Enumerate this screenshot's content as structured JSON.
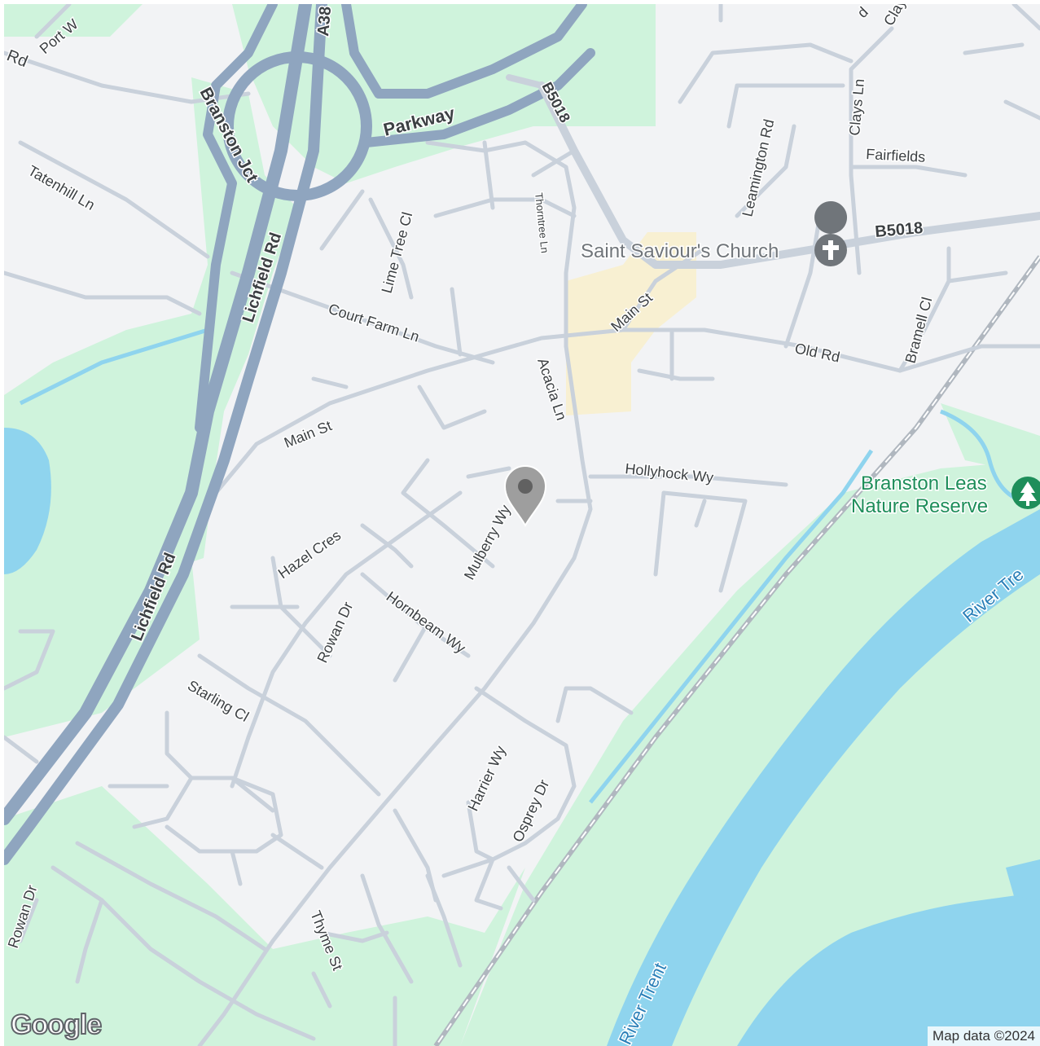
{
  "colors": {
    "land": "#f2f3f5",
    "park": "#cff3dc",
    "water": "#8fd4ee",
    "road_minor": "#c9d1db",
    "road_major": "#8fa5bf",
    "road_major_dark": "#7b91ab",
    "village": "#f8f0d2",
    "poi_green": "#1e8e5a",
    "poi_grey": "#70757a",
    "rail": "#b0b7bf"
  },
  "roads": {
    "a38": "A38",
    "lichfield_rd_1": "Lichfield Rd",
    "lichfield_rd_2": "Lichfield Rd",
    "branston_jct": "Branston Jct",
    "parkway": "Parkway",
    "b5018_north": "B5018",
    "b5018_east": "B5018",
    "port": "Port W",
    "rd_nw": "Rd",
    "tatenhill": "Tatenhill Ln",
    "lime_tree": "Lime Tree Cl",
    "thorntree": "Thorntree Ln",
    "leamington": "Leamington Rd",
    "clays_ln": "Clays Ln",
    "clay_top": "Clay",
    "d_top": "d",
    "fairfields": "Fairfields",
    "court_farm": "Court Farm Ln",
    "main_st_ne": "Main St",
    "main_st_w": "Main St",
    "old_rd": "Old Rd",
    "bramell": "Bramell Cl",
    "acacia": "Acacia Ln",
    "hollyhock": "Hollyhock Wy",
    "mulberry": "Mulberry Wy",
    "hazel": "Hazel Cres",
    "hornbeam": "Hornbeam Wy",
    "rowan_1": "Rowan Dr",
    "rowan_2": "Rowan Dr",
    "starling": "Starling Cl",
    "harrier": "Harrier Wy",
    "osprey": "Osprey Dr",
    "thyme": "Thyme St"
  },
  "water_labels": {
    "river_trent_1": "River Tre",
    "river_trent_2": "River Trent"
  },
  "pois": {
    "church": "Saint Saviour's Church",
    "reserve_line1": "Branston Leas",
    "reserve_line2": "Nature Reserve"
  },
  "icons": {
    "church": "cross-icon",
    "reserve": "tree-icon",
    "marker": "location-pin-icon"
  },
  "branding": {
    "logo": "Google",
    "attribution": "Map data ©2024"
  }
}
